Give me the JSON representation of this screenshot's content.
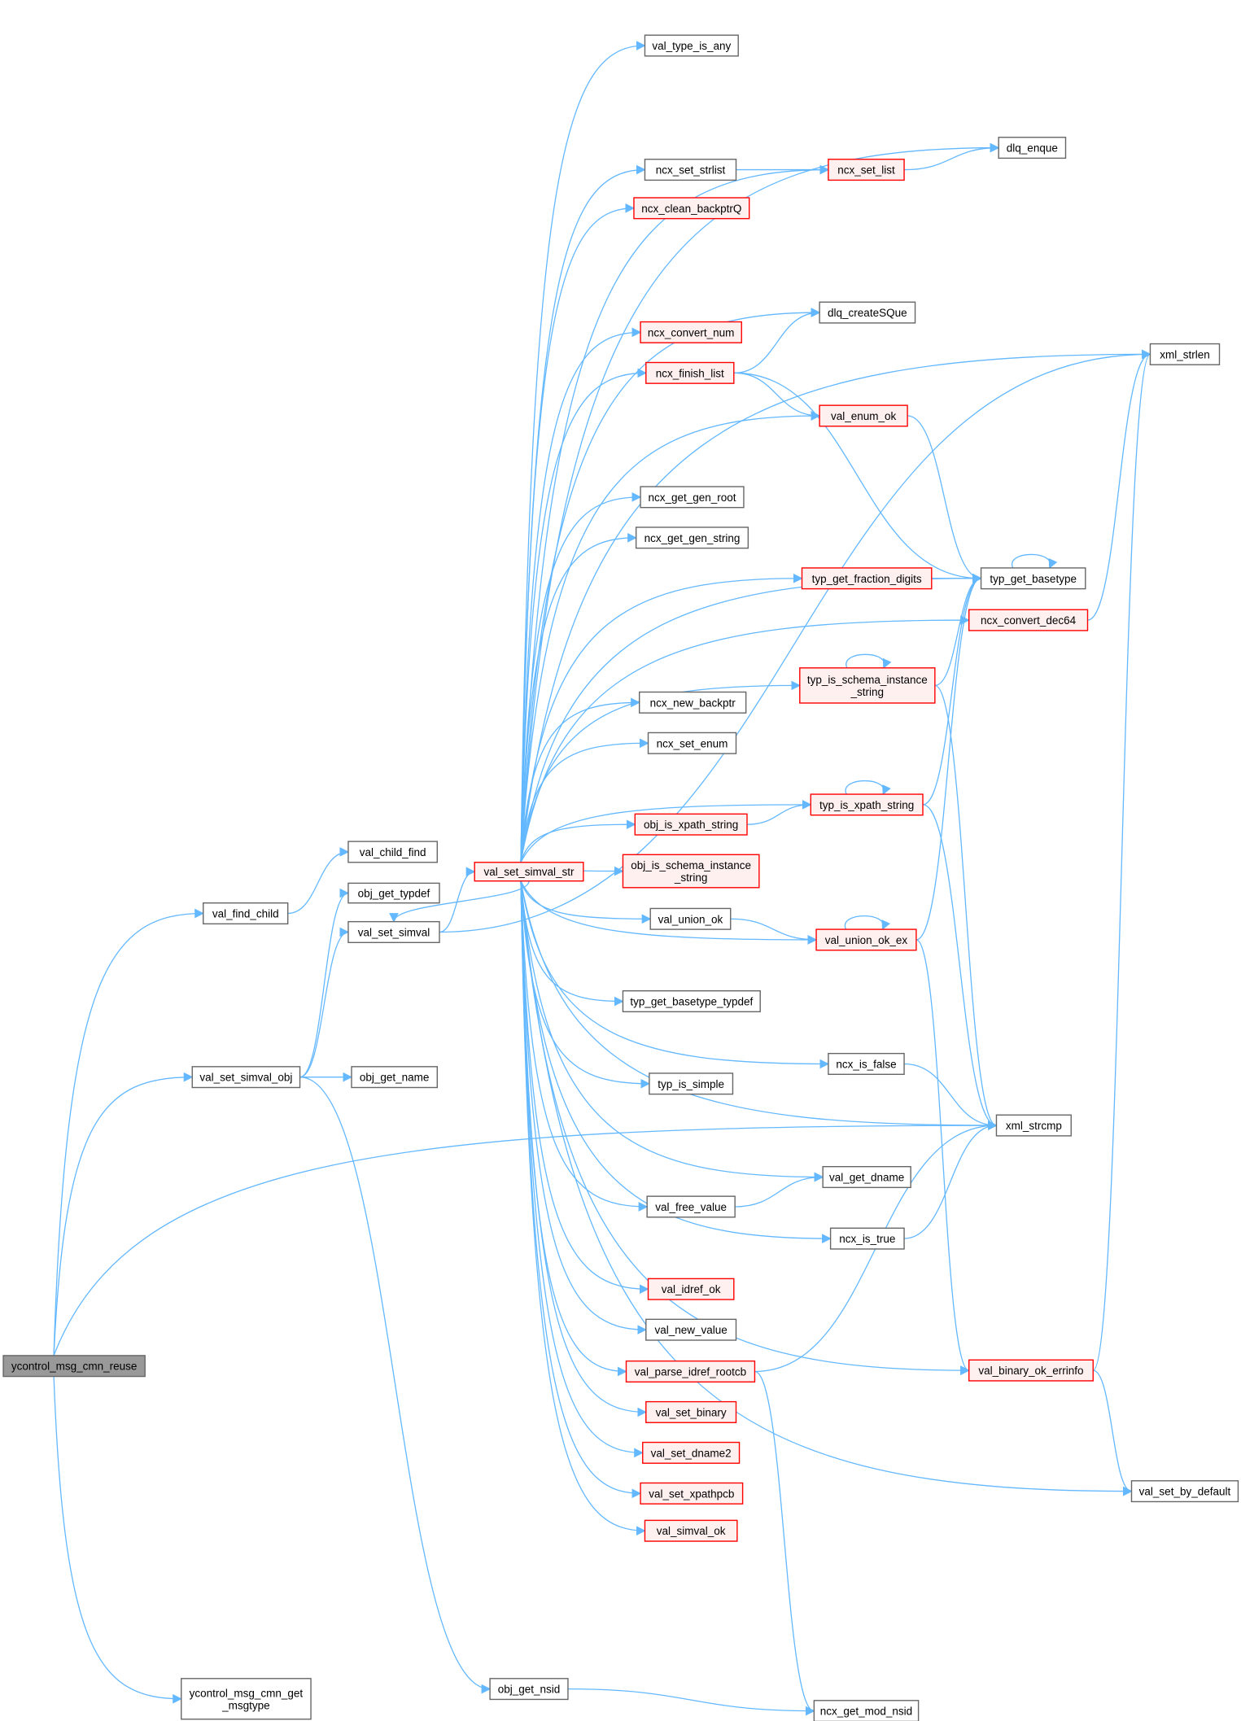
{
  "colors": {
    "edge": "#63b8ff",
    "root_fill": "#999999",
    "root_stroke": "#666666",
    "normal_fill": "#ffffff",
    "normal_stroke": "#666666",
    "red_fill": "#fff0f0",
    "red_stroke": "#ff0000"
  },
  "nodes": [
    {
      "id": "root",
      "lines": [
        "ycontrol_msg_cmn_reuse"
      ],
      "kind": "root"
    },
    {
      "id": "val_find_child",
      "lines": [
        "val_find_child"
      ],
      "kind": "normal"
    },
    {
      "id": "val_child_find",
      "lines": [
        "val_child_find"
      ],
      "kind": "normal"
    },
    {
      "id": "obj_get_typdef",
      "lines": [
        "obj_get_typdef"
      ],
      "kind": "normal"
    },
    {
      "id": "val_set_simval",
      "lines": [
        "val_set_simval"
      ],
      "kind": "normal"
    },
    {
      "id": "val_set_simval_obj",
      "lines": [
        "val_set_simval_obj"
      ],
      "kind": "normal"
    },
    {
      "id": "obj_get_name",
      "lines": [
        "obj_get_name"
      ],
      "kind": "normal"
    },
    {
      "id": "msgtype",
      "lines": [
        "ycontrol_msg_cmn_get",
        "_msgtype"
      ],
      "kind": "normal"
    },
    {
      "id": "obj_get_nsid",
      "lines": [
        "obj_get_nsid"
      ],
      "kind": "normal"
    },
    {
      "id": "val_set_simval_str",
      "lines": [
        "val_set_simval_str"
      ],
      "kind": "red"
    },
    {
      "id": "val_type_is_any",
      "lines": [
        "val_type_is_any"
      ],
      "kind": "normal"
    },
    {
      "id": "ncx_set_strlist",
      "lines": [
        "ncx_set_strlist"
      ],
      "kind": "normal"
    },
    {
      "id": "ncx_clean_backptrQ",
      "lines": [
        "ncx_clean_backptrQ"
      ],
      "kind": "red"
    },
    {
      "id": "ncx_convert_num",
      "lines": [
        "ncx_convert_num"
      ],
      "kind": "red"
    },
    {
      "id": "ncx_finish_list",
      "lines": [
        "ncx_finish_list"
      ],
      "kind": "red"
    },
    {
      "id": "ncx_get_gen_root",
      "lines": [
        "ncx_get_gen_root"
      ],
      "kind": "normal"
    },
    {
      "id": "ncx_get_gen_string",
      "lines": [
        "ncx_get_gen_string"
      ],
      "kind": "normal"
    },
    {
      "id": "ncx_new_backptr",
      "lines": [
        "ncx_new_backptr"
      ],
      "kind": "normal"
    },
    {
      "id": "ncx_set_enum",
      "lines": [
        "ncx_set_enum"
      ],
      "kind": "normal"
    },
    {
      "id": "obj_is_xpath_string",
      "lines": [
        "obj_is_xpath_string"
      ],
      "kind": "red"
    },
    {
      "id": "obj_is_schema_instance_string",
      "lines": [
        "obj_is_schema_instance",
        "_string"
      ],
      "kind": "red"
    },
    {
      "id": "val_union_ok",
      "lines": [
        "val_union_ok"
      ],
      "kind": "normal"
    },
    {
      "id": "typ_get_basetype_typdef",
      "lines": [
        "typ_get_basetype_typdef"
      ],
      "kind": "normal"
    },
    {
      "id": "typ_is_simple",
      "lines": [
        "typ_is_simple"
      ],
      "kind": "normal"
    },
    {
      "id": "val_free_value",
      "lines": [
        "val_free_value"
      ],
      "kind": "normal"
    },
    {
      "id": "val_idref_ok",
      "lines": [
        "val_idref_ok"
      ],
      "kind": "red"
    },
    {
      "id": "val_new_value",
      "lines": [
        "val_new_value"
      ],
      "kind": "normal"
    },
    {
      "id": "val_parse_idref_rootcb",
      "lines": [
        "val_parse_idref_rootcb"
      ],
      "kind": "red"
    },
    {
      "id": "val_set_binary",
      "lines": [
        "val_set_binary"
      ],
      "kind": "red"
    },
    {
      "id": "val_set_dname2",
      "lines": [
        "val_set_dname2"
      ],
      "kind": "red"
    },
    {
      "id": "val_set_xpathpcb",
      "lines": [
        "val_set_xpathpcb"
      ],
      "kind": "red"
    },
    {
      "id": "val_simval_ok",
      "lines": [
        "val_simval_ok"
      ],
      "kind": "red"
    },
    {
      "id": "ncx_set_list",
      "lines": [
        "ncx_set_list"
      ],
      "kind": "red"
    },
    {
      "id": "dlq_createSQue",
      "lines": [
        "dlq_createSQue"
      ],
      "kind": "normal"
    },
    {
      "id": "val_enum_ok",
      "lines": [
        "val_enum_ok"
      ],
      "kind": "red"
    },
    {
      "id": "typ_get_fraction_digits",
      "lines": [
        "typ_get_fraction_digits"
      ],
      "kind": "red"
    },
    {
      "id": "typ_is_schema_instance_string",
      "lines": [
        "typ_is_schema_instance",
        "_string"
      ],
      "kind": "red"
    },
    {
      "id": "typ_is_xpath_string",
      "lines": [
        "typ_is_xpath_string"
      ],
      "kind": "red"
    },
    {
      "id": "val_union_ok_ex",
      "lines": [
        "val_union_ok_ex"
      ],
      "kind": "red"
    },
    {
      "id": "ncx_is_false",
      "lines": [
        "ncx_is_false"
      ],
      "kind": "normal"
    },
    {
      "id": "val_get_dname",
      "lines": [
        "val_get_dname"
      ],
      "kind": "normal"
    },
    {
      "id": "ncx_is_true",
      "lines": [
        "ncx_is_true"
      ],
      "kind": "normal"
    },
    {
      "id": "ncx_get_mod_nsid",
      "lines": [
        "ncx_get_mod_nsid"
      ],
      "kind": "normal"
    },
    {
      "id": "dlq_enque",
      "lines": [
        "dlq_enque"
      ],
      "kind": "normal"
    },
    {
      "id": "typ_get_basetype",
      "lines": [
        "typ_get_basetype"
      ],
      "kind": "normal"
    },
    {
      "id": "ncx_convert_dec64",
      "lines": [
        "ncx_convert_dec64"
      ],
      "kind": "red"
    },
    {
      "id": "xml_strcmp",
      "lines": [
        "xml_strcmp"
      ],
      "kind": "normal"
    },
    {
      "id": "val_binary_ok_errinfo",
      "lines": [
        "val_binary_ok_errinfo"
      ],
      "kind": "red"
    },
    {
      "id": "xml_strlen",
      "lines": [
        "xml_strlen"
      ],
      "kind": "normal"
    },
    {
      "id": "val_set_by_default",
      "lines": [
        "val_set_by_default"
      ],
      "kind": "normal"
    }
  ],
  "edges": [
    [
      "root",
      "val_find_child"
    ],
    [
      "root",
      "val_set_simval_obj"
    ],
    [
      "root",
      "msgtype"
    ],
    [
      "root",
      "xml_strcmp"
    ],
    [
      "val_find_child",
      "val_child_find"
    ],
    [
      "val_set_simval_obj",
      "obj_get_typdef"
    ],
    [
      "val_set_simval_obj",
      "val_set_simval"
    ],
    [
      "val_set_simval_obj",
      "obj_get_name"
    ],
    [
      "val_set_simval_obj",
      "obj_get_nsid"
    ],
    [
      "val_set_simval",
      "val_set_simval_str"
    ],
    [
      "val_set_simval",
      "xml_strlen"
    ],
    [
      "val_set_simval_str",
      "val_set_simval"
    ],
    [
      "val_set_simval_str",
      "val_type_is_any"
    ],
    [
      "val_set_simval_str",
      "ncx_set_strlist"
    ],
    [
      "val_set_simval_str",
      "ncx_clean_backptrQ"
    ],
    [
      "val_set_simval_str",
      "ncx_convert_num"
    ],
    [
      "val_set_simval_str",
      "ncx_finish_list"
    ],
    [
      "val_set_simval_str",
      "ncx_get_gen_root"
    ],
    [
      "val_set_simval_str",
      "ncx_get_gen_string"
    ],
    [
      "val_set_simval_str",
      "ncx_new_backptr"
    ],
    [
      "val_set_simval_str",
      "ncx_set_enum"
    ],
    [
      "val_set_simval_str",
      "obj_is_xpath_string"
    ],
    [
      "val_set_simval_str",
      "obj_is_schema_instance_string"
    ],
    [
      "val_set_simval_str",
      "val_union_ok"
    ],
    [
      "val_set_simval_str",
      "typ_get_basetype_typdef"
    ],
    [
      "val_set_simval_str",
      "typ_is_simple"
    ],
    [
      "val_set_simval_str",
      "val_free_value"
    ],
    [
      "val_set_simval_str",
      "val_idref_ok"
    ],
    [
      "val_set_simval_str",
      "val_new_value"
    ],
    [
      "val_set_simval_str",
      "val_parse_idref_rootcb"
    ],
    [
      "val_set_simval_str",
      "val_set_binary"
    ],
    [
      "val_set_simval_str",
      "val_set_dname2"
    ],
    [
      "val_set_simval_str",
      "val_set_xpathpcb"
    ],
    [
      "val_set_simval_str",
      "val_simval_ok"
    ],
    [
      "val_set_simval_str",
      "dlq_enque"
    ],
    [
      "val_set_simval_str",
      "ncx_set_list"
    ],
    [
      "val_set_simval_str",
      "dlq_createSQue"
    ],
    [
      "val_set_simval_str",
      "val_enum_ok"
    ],
    [
      "val_set_simval_str",
      "typ_get_basetype"
    ],
    [
      "val_set_simval_str",
      "typ_get_fraction_digits"
    ],
    [
      "val_set_simval_str",
      "ncx_convert_dec64"
    ],
    [
      "val_set_simval_str",
      "typ_is_schema_instance_string"
    ],
    [
      "val_set_simval_str",
      "typ_is_xpath_string"
    ],
    [
      "val_set_simval_str",
      "val_union_ok_ex"
    ],
    [
      "val_set_simval_str",
      "ncx_is_false"
    ],
    [
      "val_set_simval_str",
      "xml_strcmp"
    ],
    [
      "val_set_simval_str",
      "val_get_dname"
    ],
    [
      "val_set_simval_str",
      "ncx_is_true"
    ],
    [
      "val_set_simval_str",
      "val_binary_ok_errinfo"
    ],
    [
      "val_set_simval_str",
      "val_set_by_default"
    ],
    [
      "val_set_simval_str",
      "xml_strlen"
    ],
    [
      "ncx_set_strlist",
      "ncx_set_list"
    ],
    [
      "ncx_set_list",
      "dlq_enque"
    ],
    [
      "ncx_finish_list",
      "dlq_createSQue"
    ],
    [
      "ncx_finish_list",
      "val_enum_ok"
    ],
    [
      "ncx_finish_list",
      "typ_get_basetype"
    ],
    [
      "val_enum_ok",
      "typ_get_basetype"
    ],
    [
      "typ_get_fraction_digits",
      "typ_get_basetype"
    ],
    [
      "ncx_convert_dec64",
      "xml_strlen"
    ],
    [
      "typ_is_schema_instance_string",
      "typ_get_basetype"
    ],
    [
      "typ_is_schema_instance_string",
      "xml_strcmp"
    ],
    [
      "typ_is_schema_instance_string",
      "typ_is_schema_instance_string"
    ],
    [
      "obj_is_xpath_string",
      "typ_is_xpath_string"
    ],
    [
      "typ_is_xpath_string",
      "typ_get_basetype"
    ],
    [
      "typ_is_xpath_string",
      "xml_strcmp"
    ],
    [
      "typ_is_xpath_string",
      "typ_is_xpath_string"
    ],
    [
      "val_union_ok",
      "val_union_ok_ex"
    ],
    [
      "val_union_ok_ex",
      "typ_get_basetype"
    ],
    [
      "val_union_ok_ex",
      "val_binary_ok_errinfo"
    ],
    [
      "val_union_ok_ex",
      "val_union_ok_ex"
    ],
    [
      "ncx_is_false",
      "xml_strcmp"
    ],
    [
      "val_free_value",
      "val_get_dname"
    ],
    [
      "ncx_is_true",
      "xml_strcmp"
    ],
    [
      "val_parse_idref_rootcb",
      "xml_strcmp"
    ],
    [
      "val_parse_idref_rootcb",
      "ncx_get_mod_nsid"
    ],
    [
      "val_binary_ok_errinfo",
      "xml_strlen"
    ],
    [
      "val_binary_ok_errinfo",
      "val_set_by_default"
    ],
    [
      "obj_get_nsid",
      "ncx_get_mod_nsid"
    ],
    [
      "typ_get_basetype",
      "typ_get_basetype"
    ]
  ]
}
